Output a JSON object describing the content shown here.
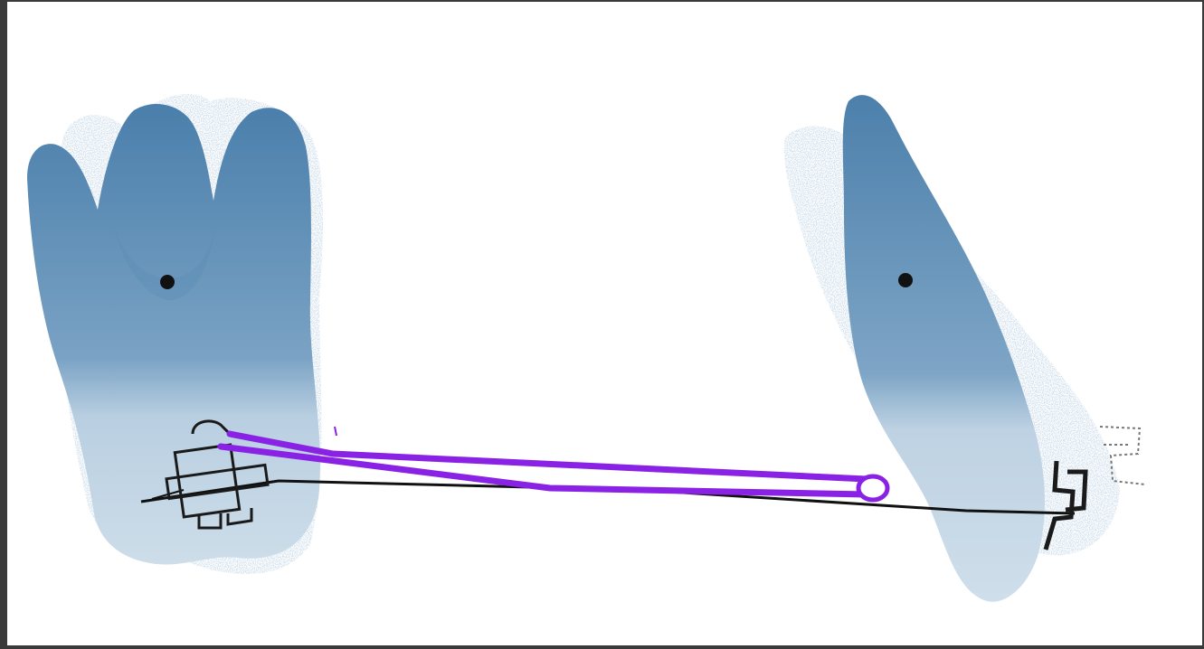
{
  "figure": {
    "subject": "molar-to-canine-elastic",
    "colors": {
      "frame": "#3a3a3a",
      "background": "#ffffff",
      "crown_top": "#4f83ad",
      "crown_mid": "#8fb0cc",
      "crown_cervical": "#c9dbe8",
      "tooth_shadow": "#a9c2d8",
      "elastic": "#8a22e6",
      "archwire": "#111111",
      "bracket": "#1a1a1a"
    },
    "elements": [
      {
        "name": "molar-tooth",
        "icon": "molar-icon"
      },
      {
        "name": "canine-tooth",
        "icon": "canine-icon"
      },
      {
        "name": "molar-tube-bracket",
        "icon": "bracket-icon"
      },
      {
        "name": "canine-bracket",
        "icon": "bracket-icon"
      },
      {
        "name": "power-elastic-chain",
        "icon": "elastic-icon"
      },
      {
        "name": "archwire",
        "icon": "wire-icon"
      }
    ]
  }
}
